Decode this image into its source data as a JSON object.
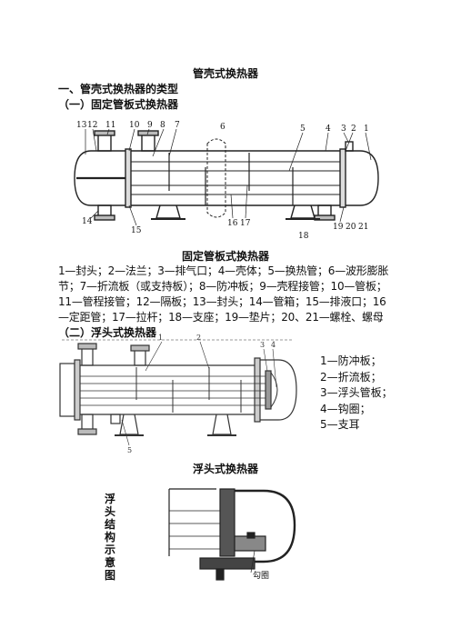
{
  "doc": {
    "title": "管壳式换热器",
    "section1": "一、管壳式换热器的类型",
    "section1_sub1": "（一）固定管板式换热器",
    "fig1": {
      "caption": "固定管板式换热器",
      "callouts_top": [
        "13",
        "12",
        "11",
        "10",
        "9",
        "8",
        "7",
        "6",
        "5",
        "4",
        "3",
        "2",
        "1"
      ],
      "callouts_bottom": [
        "14",
        "15",
        "16",
        "17",
        "18",
        "19",
        "20",
        "21"
      ]
    },
    "legend_lines": [
      "1—封头；2—法兰；3—排气口；4—壳体；5—换热管；6—波形膨胀",
      "节；7—折流板（或支持板）；8—防冲板；9—壳程接管；10—管板；",
      "11—管程接管；12—隔板；13—封头；14—管箱；15—排液口；16",
      "—定距管；17—拉杆；18—支座；19—垫片；20、21—螺栓、螺母"
    ],
    "section1_sub2": "（二）浮头式换热器",
    "fig2": {
      "caption": "浮头式换热器",
      "items": [
        "1—防冲板；",
        "2—折流板；",
        "3—浮头管板；",
        "4—钩圈；",
        "5—支耳"
      ],
      "callouts": [
        "1",
        "2",
        "3",
        "4",
        "5"
      ]
    },
    "fig3": {
      "side_label": "浮头结构示意图",
      "annotation": "勾圈"
    }
  }
}
